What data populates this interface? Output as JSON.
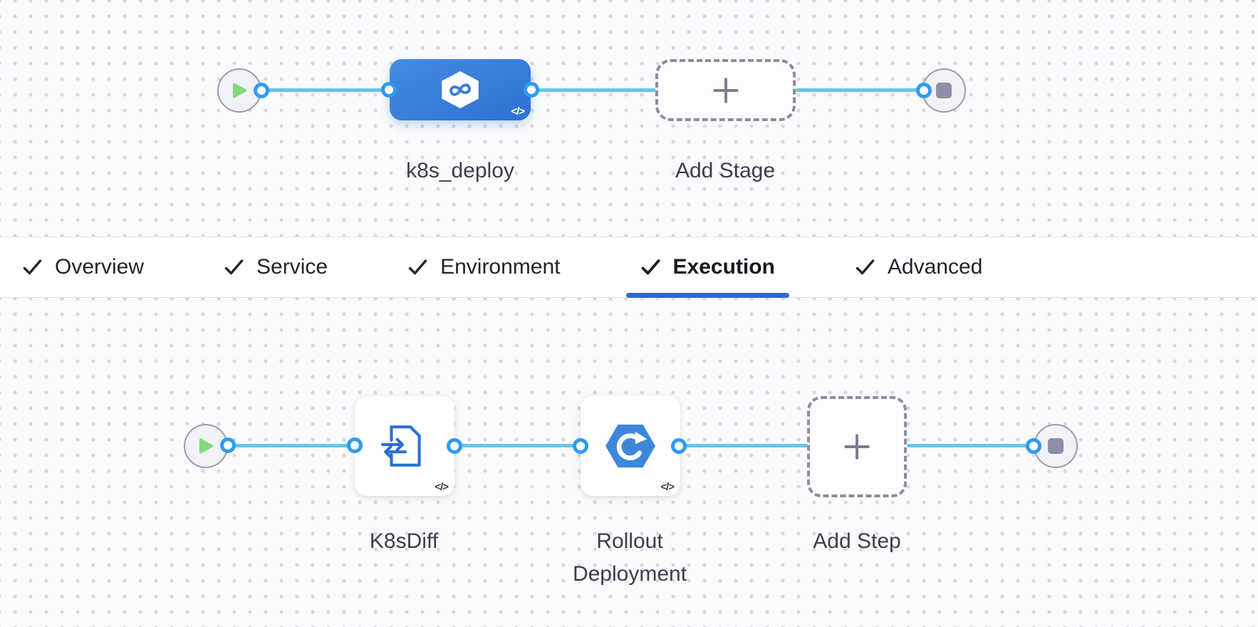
{
  "colors": {
    "edge_blue": "#66c3ee",
    "port_blue": "#2f9bf2",
    "stage_blue": "#3478d6",
    "underline_blue": "#3169cd",
    "step_icon_blue": "#2b6fce",
    "hexagon_blue": "#3d87db",
    "play_green": "#84d97d",
    "endpoint_gray": "#8d8fa6",
    "dashed_border_gray": "#8b8ca1"
  },
  "stage_pipeline": {
    "stage": {
      "label": "k8s_deploy",
      "code_glyph": "</>"
    },
    "add_stage": {
      "label": "Add Stage"
    }
  },
  "tab_bar": {
    "tabs": [
      {
        "label": "Overview",
        "checked": true,
        "active": false
      },
      {
        "label": "Service",
        "checked": true,
        "active": false
      },
      {
        "label": "Environment",
        "checked": true,
        "active": false
      },
      {
        "label": "Execution",
        "checked": true,
        "active": true
      },
      {
        "label": "Advanced",
        "checked": true,
        "active": false
      }
    ]
  },
  "execution_pipeline": {
    "steps": [
      {
        "label": "K8sDiff",
        "code_glyph": "</>"
      },
      {
        "label": "Rollout Deployment",
        "code_glyph": "</>"
      }
    ],
    "add_step": {
      "label": "Add Step"
    }
  }
}
